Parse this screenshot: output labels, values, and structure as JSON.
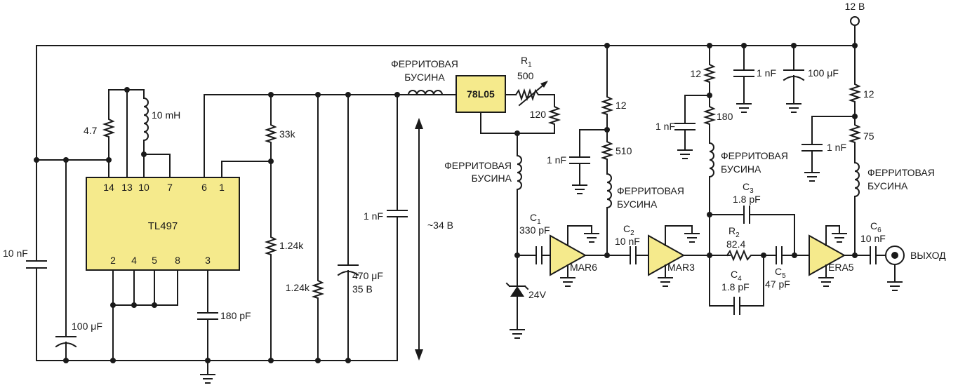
{
  "colors": {
    "ic_fill": "#f5ea8c",
    "wire": "#1a1a1a",
    "background": "#ffffff"
  },
  "supply": {
    "label": "12 В"
  },
  "ic": {
    "name": "TL497",
    "pins_top": [
      "14",
      "13",
      "10",
      "7",
      "6",
      "1"
    ],
    "pins_bottom": [
      "2",
      "4",
      "5",
      "8",
      "3"
    ]
  },
  "regulator": {
    "name": "78L05"
  },
  "components": {
    "r_4_7": "4.7",
    "l_10mh": "10 mH",
    "r_33k": "33k",
    "r_1_24k_a": "1.24k",
    "r_1_24k_b": "1.24k",
    "c_10nf_left": "10 nF",
    "c_100uf_left": "100 μF",
    "c_180pf": "180 pF",
    "c_470uf_line1": "470 μF",
    "c_470uf_line2": "35 В",
    "c_1nf_boost": "1 nF",
    "bead_top_line1": "ФЕРРИТОВАЯ",
    "bead_top_line2": "БУСИНА",
    "r1_name": "R",
    "r1_sub": "1",
    "r1_value": "500",
    "r_120": "120",
    "voltage": "~34 В",
    "bead_mar6_line1": "ФЕРРИТОВАЯ",
    "bead_mar6_line2": "БУСИНА",
    "c1_name": "C",
    "c1_sub": "1",
    "c1_value": "330 pF",
    "zener": "24V",
    "r_12_a": "12",
    "r_510": "510",
    "c_1nf_a": "1 nF",
    "bead_mar3_line1": "ФЕРРИТОВАЯ",
    "bead_mar3_line2": "БУСИНА",
    "c2_name": "C",
    "c2_sub": "2",
    "c2_value": "10 nF",
    "r_12_b": "12",
    "r_180": "180",
    "c_1nf_b": "1 nF",
    "c_1nf_c": "1 nF",
    "c_100uf_right": "100 μF",
    "bead_era5_in_line1": "ФЕРРИТОВАЯ",
    "bead_era5_in_line2": "БУСИНА",
    "c3_name": "C",
    "c3_sub": "3",
    "c3_value": "1.8 pF",
    "r2_name": "R",
    "r2_sub": "2",
    "r2_value": "82.4",
    "c4_name": "C",
    "c4_sub": "4",
    "c4_value": "1.8 pF",
    "c5_name": "C",
    "c5_sub": "5",
    "c5_value": "47 pF",
    "r_12_c": "12",
    "r_75": "75",
    "c_1nf_d": "1 nF",
    "bead_era5_out_line1": "ФЕРРИТОВАЯ",
    "bead_era5_out_line2": "БУСИНА",
    "c6_name": "C",
    "c6_sub": "6",
    "c6_value": "10 nF"
  },
  "amplifiers": {
    "a1": "MAR6",
    "a2": "MAR3",
    "a3": "ERA5"
  },
  "output": {
    "label": "ВЫХОД"
  }
}
